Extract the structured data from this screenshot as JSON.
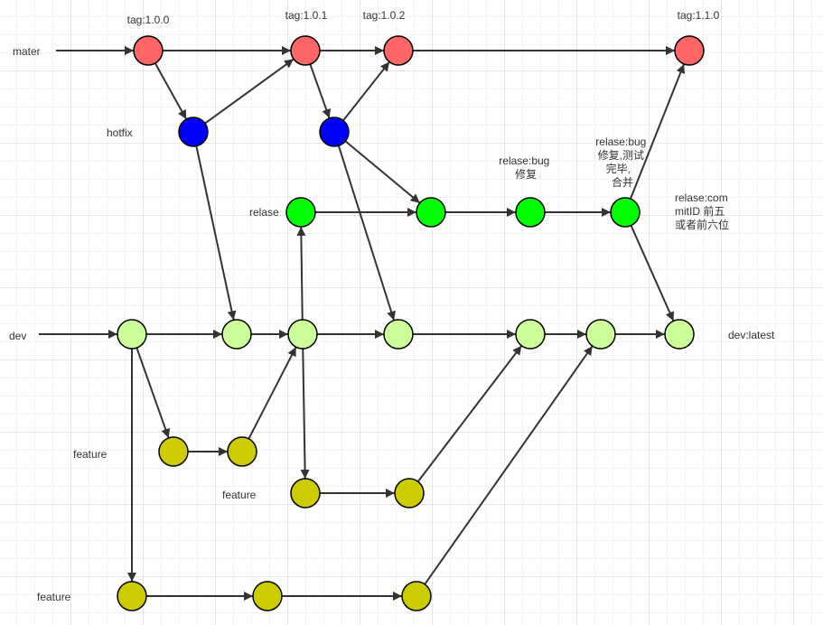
{
  "colors": {
    "master": "#ff6666",
    "hotfix": "#0000ff",
    "release": "#00ff00",
    "dev": "#ccff99",
    "feature": "#cccc00"
  },
  "labels": {
    "mater": "mater",
    "hotfix": "hotfix",
    "relase": "relase",
    "dev": "dev",
    "dev_latest": "dev:latest",
    "feature_1": "feature",
    "feature_2": "feature",
    "feature_3": "feature"
  },
  "tags": {
    "t100": "tag:1.0.0",
    "t101": "tag:1.0.1",
    "t102": "tag:1.0.2",
    "t110": "tag:1.1.0"
  },
  "notes": {
    "relase_bug_fix": [
      "relase:bug",
      "修复"
    ],
    "relase_bug_done": [
      "relase:bug",
      "修复,测试",
      "完毕,",
      "合并"
    ],
    "relase_commit": [
      "relase:com",
      "mitID 前五",
      "或者前六位"
    ]
  }
}
